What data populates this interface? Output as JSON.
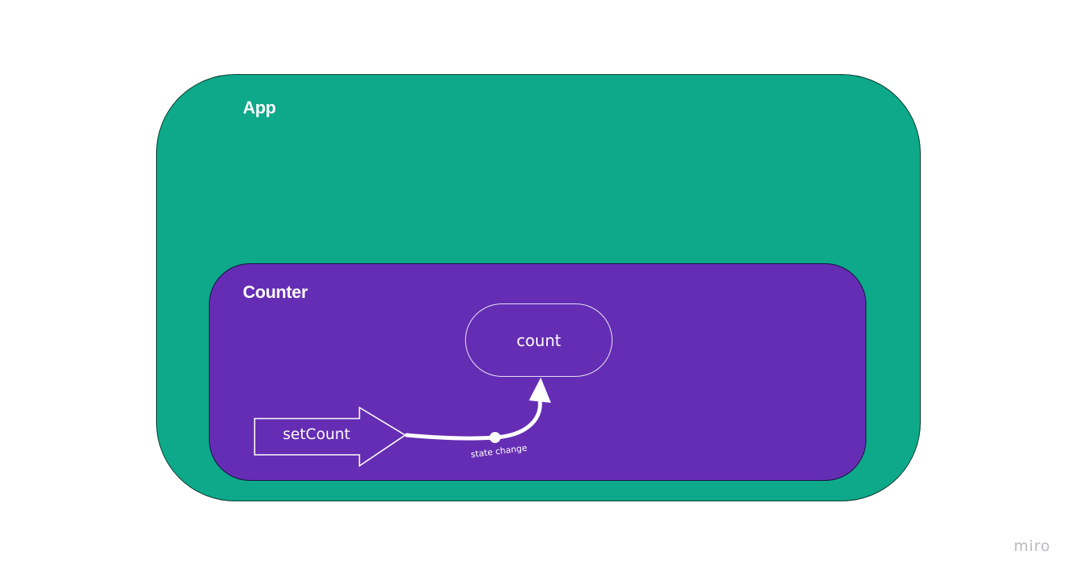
{
  "diagram": {
    "app": {
      "title": "App",
      "fill": "#0da98a"
    },
    "counter": {
      "title": "Counter",
      "fill": "#652db4"
    },
    "state_node": {
      "label": "count"
    },
    "setter_node": {
      "label": "setCount"
    },
    "edge": {
      "label": "state change",
      "color": "#ffffff"
    }
  },
  "watermark": {
    "text": "miro"
  }
}
